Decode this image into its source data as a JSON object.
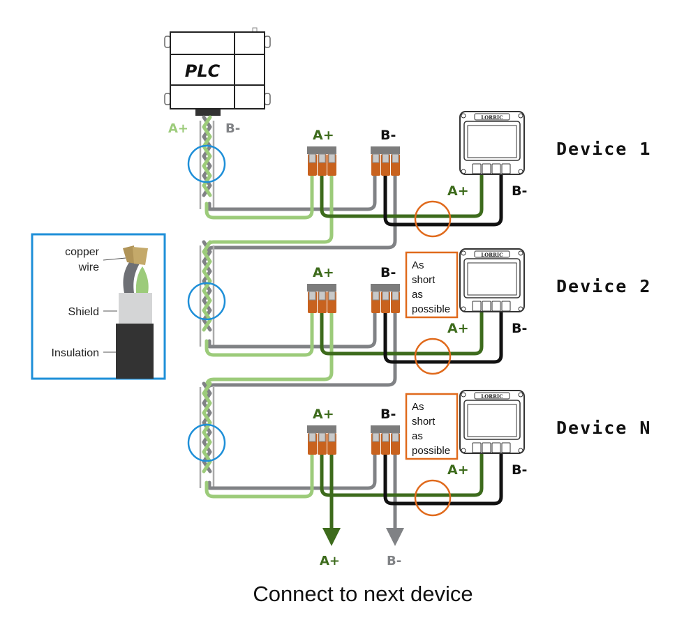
{
  "plc": {
    "label": "PLC",
    "a_label": "A+",
    "b_label": "B-"
  },
  "colors": {
    "a_light": "#9ccb7a",
    "a_dark": "#3d6b1c",
    "b_gray": "#808285",
    "b_black": "#111111",
    "shield_circle": "#1e8fd8",
    "short_circle": "#e06a1c",
    "connector_orange": "#c8621e",
    "connector_gray": "#7c7c7c"
  },
  "devices": [
    {
      "name": "Device 1",
      "logo": "LORRIC",
      "conn_a": "A+",
      "conn_b": "B-",
      "dev_a": "A+",
      "dev_b": "B-",
      "note": []
    },
    {
      "name": "Device 2",
      "logo": "LORRIC",
      "conn_a": "A+",
      "conn_b": "B-",
      "dev_a": "A+",
      "dev_b": "B-",
      "note": [
        "As",
        "short",
        "as",
        "possible"
      ]
    },
    {
      "name": "Device N",
      "logo": "LORRIC",
      "conn_a": "A+",
      "conn_b": "B-",
      "dev_a": "A+",
      "dev_b": "B-",
      "note": [
        "As",
        "short",
        "as",
        "possible"
      ]
    }
  ],
  "cable_legend": {
    "copper": [
      "copper",
      "wire"
    ],
    "shield": "Shield",
    "insulation": "Insulation"
  },
  "next": {
    "a_label": "A+",
    "b_label": "B-",
    "caption": "Connect to next device"
  }
}
